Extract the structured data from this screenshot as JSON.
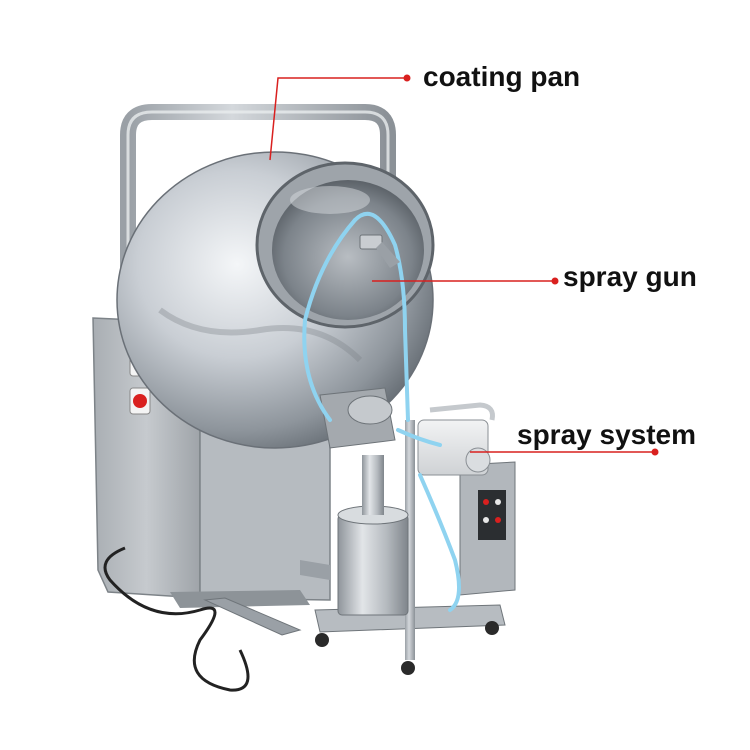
{
  "labels": {
    "coating_pan": "coating pan",
    "spray_gun": "spray gun",
    "spray_system": "spray system"
  },
  "colors": {
    "callout_line": "#d9201f",
    "label_text": "#111111",
    "stainless": "#c8ccd0",
    "spray_hose": "#8fd3f0",
    "switch_red": "#d9201f"
  }
}
